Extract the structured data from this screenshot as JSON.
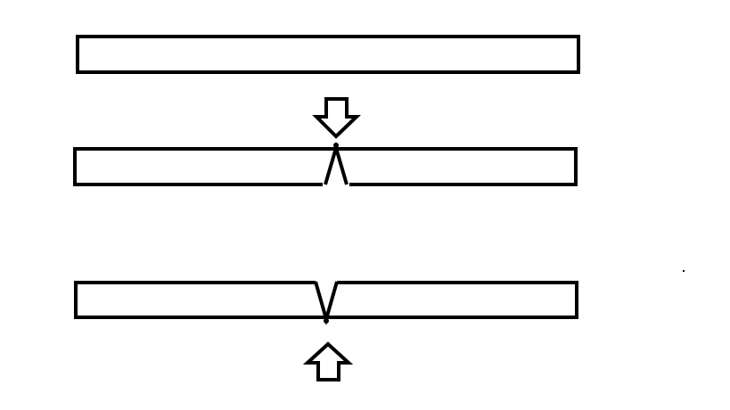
{
  "diagram": {
    "stroke_color": "#000000",
    "fill_color": "#ffffff",
    "panels": [
      {
        "name": "plain-bar",
        "notch": "none",
        "arrow": "none"
      },
      {
        "name": "bar-with-upward-notch",
        "notch": "up",
        "arrow": "down-arrow-above"
      },
      {
        "name": "bar-with-downward-notch",
        "notch": "down",
        "arrow": "up-arrow-below"
      }
    ]
  }
}
